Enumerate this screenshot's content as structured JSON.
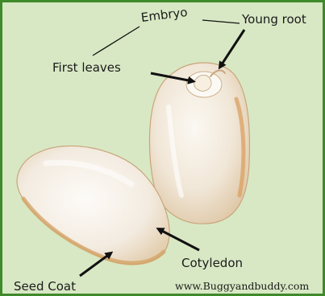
{
  "labels": {
    "embryo": "Embryo",
    "young_root": "Young root",
    "first_leaves": "First leaves",
    "cotyledon": "Cotyledon",
    "seed_coat": "Seed Coat"
  },
  "credit": "www.Buggyandbuddy.com",
  "colors": {
    "background": "#d8e8c4",
    "border": "#3f8a2a",
    "seed": "#f4ede2",
    "seed_coat_edge": "#d9b07a",
    "arrow": "#111111"
  }
}
